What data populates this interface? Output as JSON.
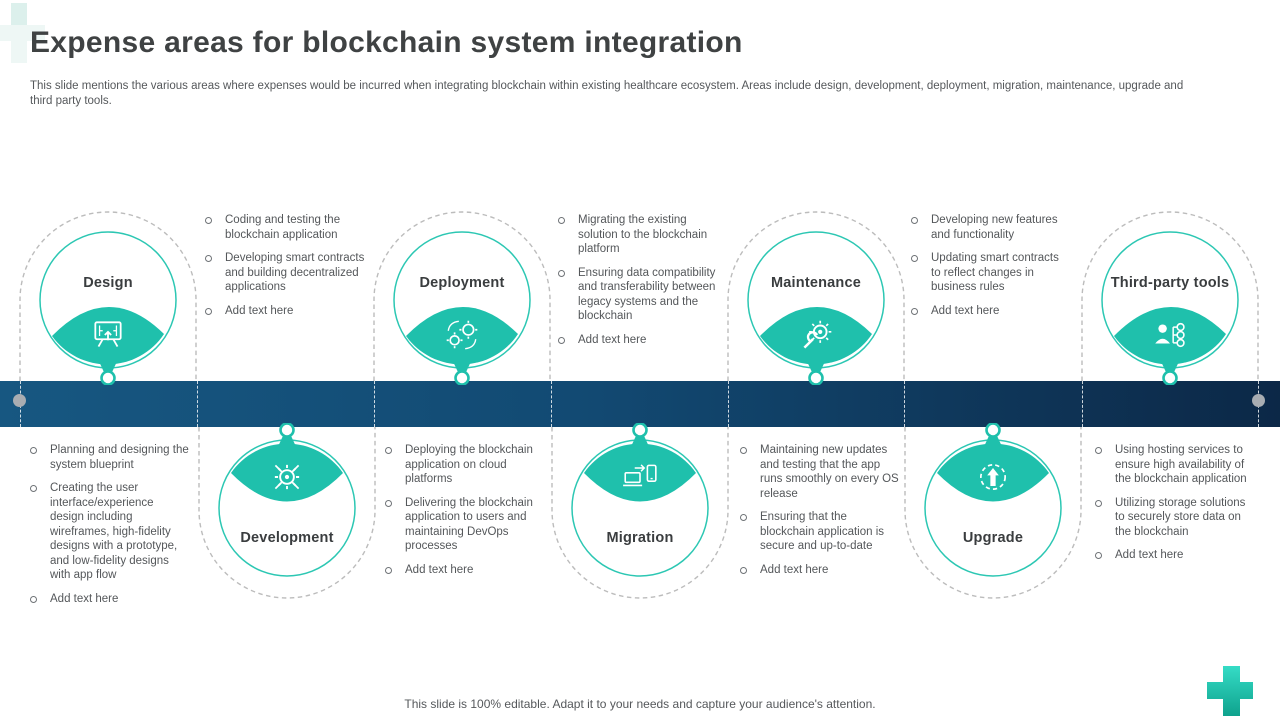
{
  "slide": {
    "title": "Expense areas for blockchain system integration",
    "subtitle": "This slide mentions the various areas where expenses would be incurred when integrating blockchain within existing healthcare ecosystem. Areas include design, development, deployment, migration, maintenance, upgrade and third party tools.",
    "footer": "This slide is 100% editable. Adapt it to your needs and capture your audience's attention."
  },
  "colors": {
    "accent_teal": "#1FC0AC",
    "timeline_navy_left": "#175781",
    "timeline_navy_right": "#0C2847",
    "text_dark": "#3F4243",
    "text_body": "#54575A"
  },
  "stages": [
    {
      "label": "Design",
      "icon": "design-icon",
      "bullets": [
        "Planning and designing the system blueprint",
        "Creating the user interface/experience design including wireframes, high-fidelity designs with a prototype, and low-fidelity designs with app flow",
        "Add text here"
      ]
    },
    {
      "label": "Development",
      "icon": "development-icon",
      "bullets": [
        "Coding and testing the blockchain application",
        "Developing smart contracts and building decentralized applications",
        "Add text here"
      ]
    },
    {
      "label": "Deployment",
      "icon": "deployment-icon",
      "bullets": [
        "Deploying the blockchain application on cloud platforms",
        "Delivering the blockchain application to users and maintaining DevOps processes",
        "Add text here"
      ]
    },
    {
      "label": "Migration",
      "icon": "migration-icon",
      "bullets": [
        "Migrating the existing solution to the blockchain platform",
        "Ensuring data compatibility and transferability between legacy systems and the blockchain",
        "Add text here"
      ]
    },
    {
      "label": "Maintenance",
      "icon": "maintenance-icon",
      "bullets": [
        "Maintaining new updates and testing that the app runs smoothly on every OS release",
        "Ensuring that the blockchain application is secure and up-to-date",
        "Add text here"
      ]
    },
    {
      "label": "Upgrade",
      "icon": "upgrade-icon",
      "bullets": [
        "Developing new features and functionality",
        "Updating smart contracts to reflect changes in business rules",
        "Add text here"
      ]
    },
    {
      "label": "Third-party tools",
      "icon": "third-party-icon",
      "bullets": [
        "Using hosting services to ensure high availability of the blockchain application",
        "Utilizing storage solutions to securely store data on the blockchain",
        "Add text here"
      ]
    }
  ]
}
